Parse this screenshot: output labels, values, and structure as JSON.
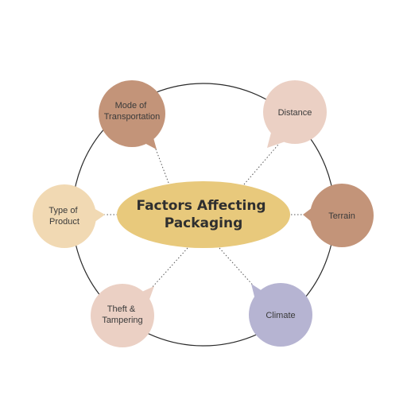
{
  "diagram": {
    "center": {
      "lines": [
        "Factors Affecting",
        "Packaging"
      ],
      "color": "#e8c97c"
    },
    "nodes": [
      {
        "id": "mode",
        "lines": [
          "Mode of",
          "Transportation"
        ],
        "color": "#c39479"
      },
      {
        "id": "distance",
        "lines": [
          "Distance"
        ],
        "color": "#ebd0c4"
      },
      {
        "id": "type",
        "lines": [
          "Type of",
          "Product"
        ],
        "color": "#f1d9b3"
      },
      {
        "id": "terrain",
        "lines": [
          "Terrain"
        ],
        "color": "#c39479"
      },
      {
        "id": "theft",
        "lines": [
          "Theft &",
          "Tampering"
        ],
        "color": "#ebd0c4"
      },
      {
        "id": "climate",
        "lines": [
          "Climate"
        ],
        "color": "#b6b4d2"
      }
    ],
    "ring_color": "#2b2b2b",
    "connector_color": "#555555"
  }
}
